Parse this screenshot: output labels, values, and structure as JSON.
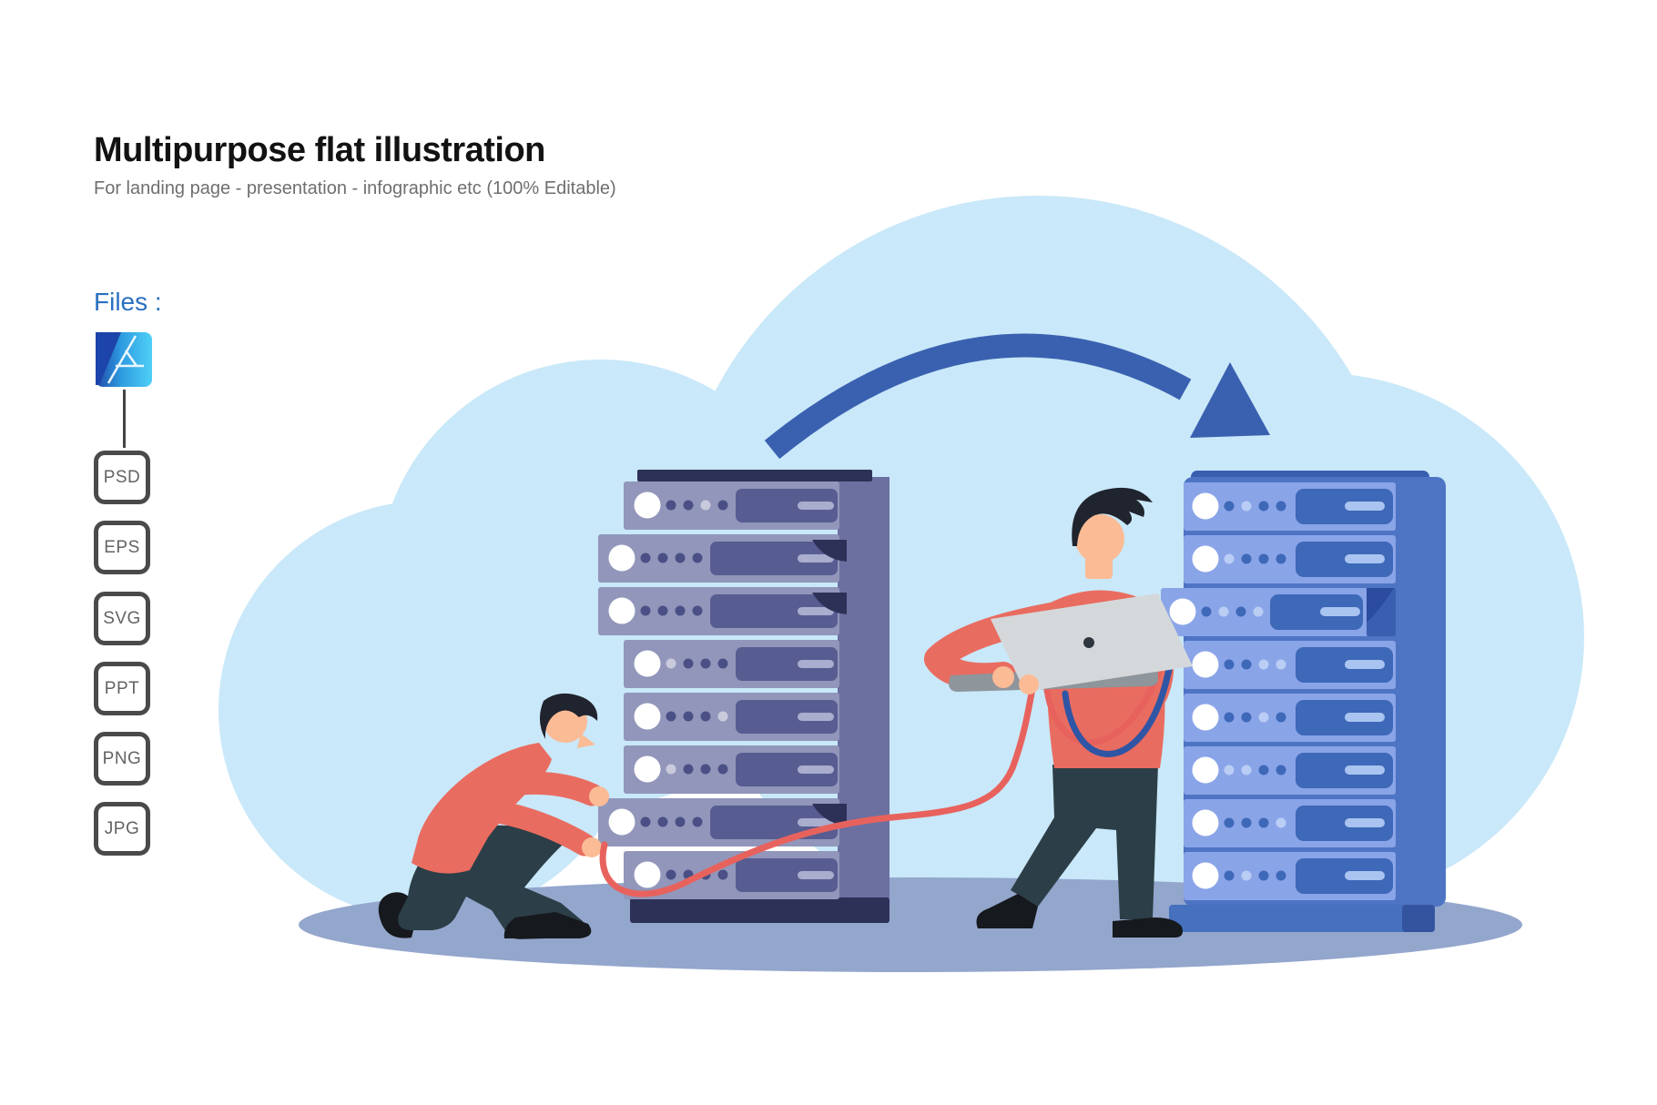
{
  "header": {
    "title": "Multipurpose flat illustration",
    "subtitle": "For landing page - presentation - infographic etc (100% Editable)"
  },
  "files": {
    "label": "Files :",
    "source_icon": "affinity-designer-icon",
    "badges": [
      "PSD",
      "EPS",
      "SVG",
      "PPT",
      "PNG",
      "JPG"
    ]
  },
  "illustration": {
    "description": "Two technicians migrating data between server racks under a cloud with a transfer arrow",
    "elements": [
      "cloud-shape",
      "transfer-arrow",
      "ground-shadow",
      "left-server-rack",
      "right-server-rack",
      "kneeling-technician",
      "standing-technician",
      "laptop",
      "red-cable",
      "blue-cable"
    ]
  },
  "colors": {
    "titleColor": "#121212",
    "subtitleColor": "#6f6f6f",
    "filesColor": "#2a70c2",
    "badgeBorder": "#4a4a4a",
    "badgeText": "#636363",
    "cloud": "#c9e8f9",
    "ground": "#93a6cc",
    "arrow": "#3a61b0",
    "navyDark": "#2e3157",
    "slateSide": "#6b70a0",
    "slateUnit": "#9196ba",
    "slateRect": "#575d91",
    "slateDot": "#4a5085",
    "slateDotLight": "#c9cbdd",
    "slatePill": "#a9adce",
    "blueSide": "#4e74c4",
    "blueTopBar": "#3a5fb0",
    "blueUnit": "#8aa4e8",
    "blueRectDark": "#3e68b8",
    "blueDotLight": "#bacdf4",
    "bluePill": "#a9c4f0",
    "blueBase": "#4671be",
    "blueBaseDark": "#35549f",
    "blueFold": "#2b4c9e",
    "cableRed": "#e8625d",
    "cableBlue": "#2f55a4",
    "skin": "#fbbb95",
    "shirt": "#e96c60",
    "pants": "#2c3e47",
    "shoe": "#16191d",
    "hair": "#20242e",
    "laptop": "#d5d8da",
    "laptopBase": "#8e959b",
    "laptopDot": "#2f3640"
  }
}
